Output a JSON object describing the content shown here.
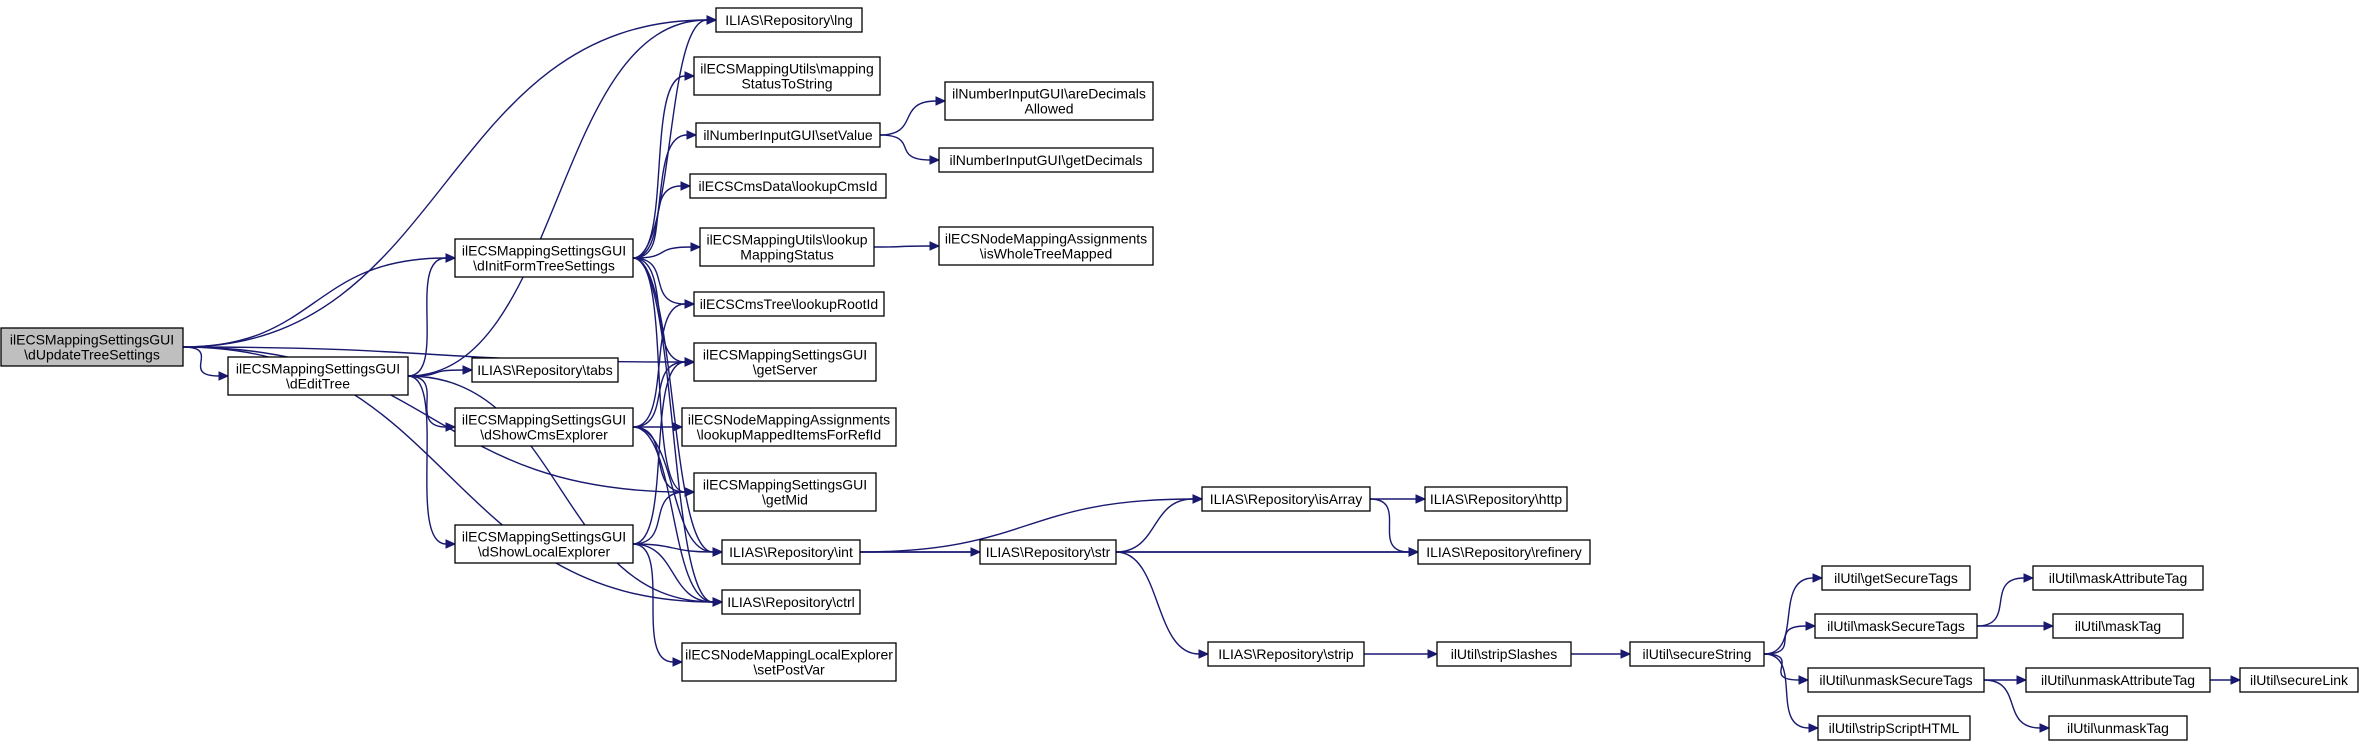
{
  "graph": {
    "edge_color": "#191970",
    "root_fill": "#bfbfbf",
    "nodes": [
      {
        "id": "root",
        "lines": [
          "ilECSMappingSettingsGUI",
          "\\dUpdateTreeSettings"
        ]
      },
      {
        "id": "editTree",
        "lines": [
          "ilECSMappingSettingsGUI",
          "\\dEditTree"
        ]
      },
      {
        "id": "initForm",
        "lines": [
          "ilECSMappingSettingsGUI",
          "\\dInitFormTreeSettings"
        ]
      },
      {
        "id": "showCms",
        "lines": [
          "ilECSMappingSettingsGUI",
          "\\dShowCmsExplorer"
        ]
      },
      {
        "id": "showLocal",
        "lines": [
          "ilECSMappingSettingsGUI",
          "\\dShowLocalExplorer"
        ]
      },
      {
        "id": "lng",
        "lines": [
          "ILIAS\\Repository\\lng"
        ]
      },
      {
        "id": "mapStatus",
        "lines": [
          "ilECSMappingUtils\\mapping",
          "StatusToString"
        ]
      },
      {
        "id": "setValue",
        "lines": [
          "ilNumberInputGUI\\setValue"
        ]
      },
      {
        "id": "lookupCms",
        "lines": [
          "ilECSCmsData\\lookupCmsId"
        ]
      },
      {
        "id": "lookupMap",
        "lines": [
          "ilECSMappingUtils\\lookup",
          "MappingStatus"
        ]
      },
      {
        "id": "rootId",
        "lines": [
          "ilECSCmsTree\\lookupRootId"
        ]
      },
      {
        "id": "getServer",
        "lines": [
          "ilECSMappingSettingsGUI",
          "\\getServer"
        ]
      },
      {
        "id": "tabs",
        "lines": [
          "ILIAS\\Repository\\tabs"
        ]
      },
      {
        "id": "lookupMapped",
        "lines": [
          "ilECSNodeMappingAssignments",
          "\\lookupMappedItemsForRefId"
        ]
      },
      {
        "id": "getMid",
        "lines": [
          "ilECSMappingSettingsGUI",
          "\\getMid"
        ]
      },
      {
        "id": "int",
        "lines": [
          "ILIAS\\Repository\\int"
        ]
      },
      {
        "id": "ctrl",
        "lines": [
          "ILIAS\\Repository\\ctrl"
        ]
      },
      {
        "id": "setPost",
        "lines": [
          "ilECSNodeMappingLocalExplorer",
          "\\setPostVar"
        ]
      },
      {
        "id": "areDec",
        "lines": [
          "ilNumberInputGUI\\areDecimals",
          "Allowed"
        ]
      },
      {
        "id": "getDec",
        "lines": [
          "ilNumberInputGUI\\getDecimals"
        ]
      },
      {
        "id": "whole",
        "lines": [
          "ilECSNodeMappingAssignments",
          "\\isWholeTreeMapped"
        ]
      },
      {
        "id": "str",
        "lines": [
          "ILIAS\\Repository\\str"
        ]
      },
      {
        "id": "isArray",
        "lines": [
          "ILIAS\\Repository\\isArray"
        ]
      },
      {
        "id": "http",
        "lines": [
          "ILIAS\\Repository\\http"
        ]
      },
      {
        "id": "refinery",
        "lines": [
          "ILIAS\\Repository\\refinery"
        ]
      },
      {
        "id": "strip",
        "lines": [
          "ILIAS\\Repository\\strip"
        ]
      },
      {
        "id": "stripSlashes",
        "lines": [
          "ilUtil\\stripSlashes"
        ]
      },
      {
        "id": "secureString",
        "lines": [
          "ilUtil\\secureString"
        ]
      },
      {
        "id": "getSecureTags",
        "lines": [
          "ilUtil\\getSecureTags"
        ]
      },
      {
        "id": "maskSecureTags",
        "lines": [
          "ilUtil\\maskSecureTags"
        ]
      },
      {
        "id": "unmaskSecureTags",
        "lines": [
          "ilUtil\\unmaskSecureTags"
        ]
      },
      {
        "id": "stripScript",
        "lines": [
          "ilUtil\\stripScriptHTML"
        ]
      },
      {
        "id": "maskAttr",
        "lines": [
          "ilUtil\\maskAttributeTag"
        ]
      },
      {
        "id": "maskTag",
        "lines": [
          "ilUtil\\maskTag"
        ]
      },
      {
        "id": "unmaskAttr",
        "lines": [
          "ilUtil\\unmaskAttributeTag"
        ]
      },
      {
        "id": "unmaskTag",
        "lines": [
          "ilUtil\\unmaskTag"
        ]
      },
      {
        "id": "secureLink",
        "lines": [
          "ilUtil\\secureLink"
        ]
      }
    ],
    "edges": [
      [
        "root",
        "lng"
      ],
      [
        "root",
        "initForm"
      ],
      [
        "root",
        "getServer"
      ],
      [
        "root",
        "getMid"
      ],
      [
        "root",
        "ctrl"
      ],
      [
        "root",
        "editTree"
      ],
      [
        "editTree",
        "lng"
      ],
      [
        "editTree",
        "initForm"
      ],
      [
        "editTree",
        "tabs"
      ],
      [
        "editTree",
        "showCms"
      ],
      [
        "editTree",
        "showLocal"
      ],
      [
        "editTree",
        "ctrl"
      ],
      [
        "initForm",
        "lng"
      ],
      [
        "initForm",
        "mapStatus"
      ],
      [
        "initForm",
        "setValue"
      ],
      [
        "initForm",
        "lookupCms"
      ],
      [
        "initForm",
        "lookupMap"
      ],
      [
        "initForm",
        "rootId"
      ],
      [
        "initForm",
        "getServer"
      ],
      [
        "initForm",
        "getMid"
      ],
      [
        "initForm",
        "int"
      ],
      [
        "initForm",
        "ctrl"
      ],
      [
        "showCms",
        "rootId"
      ],
      [
        "showCms",
        "getServer"
      ],
      [
        "showCms",
        "lookupMapped"
      ],
      [
        "showCms",
        "getMid"
      ],
      [
        "showCms",
        "int"
      ],
      [
        "showCms",
        "ctrl"
      ],
      [
        "showLocal",
        "getServer"
      ],
      [
        "showLocal",
        "getMid"
      ],
      [
        "showLocal",
        "int"
      ],
      [
        "showLocal",
        "ctrl"
      ],
      [
        "showLocal",
        "setPost"
      ],
      [
        "setValue",
        "areDec"
      ],
      [
        "setValue",
        "getDec"
      ],
      [
        "lookupMap",
        "whole"
      ],
      [
        "int",
        "isArray"
      ],
      [
        "int",
        "str"
      ],
      [
        "int",
        "refinery"
      ],
      [
        "str",
        "isArray"
      ],
      [
        "str",
        "refinery"
      ],
      [
        "str",
        "strip"
      ],
      [
        "isArray",
        "http"
      ],
      [
        "isArray",
        "refinery"
      ],
      [
        "strip",
        "stripSlashes"
      ],
      [
        "stripSlashes",
        "secureString"
      ],
      [
        "secureString",
        "getSecureTags"
      ],
      [
        "secureString",
        "maskSecureTags"
      ],
      [
        "secureString",
        "unmaskSecureTags"
      ],
      [
        "secureString",
        "stripScript"
      ],
      [
        "maskSecureTags",
        "maskAttr"
      ],
      [
        "maskSecureTags",
        "maskTag"
      ],
      [
        "unmaskSecureTags",
        "unmaskAttr"
      ],
      [
        "unmaskSecureTags",
        "unmaskTag"
      ],
      [
        "unmaskAttr",
        "secureLink"
      ]
    ]
  }
}
